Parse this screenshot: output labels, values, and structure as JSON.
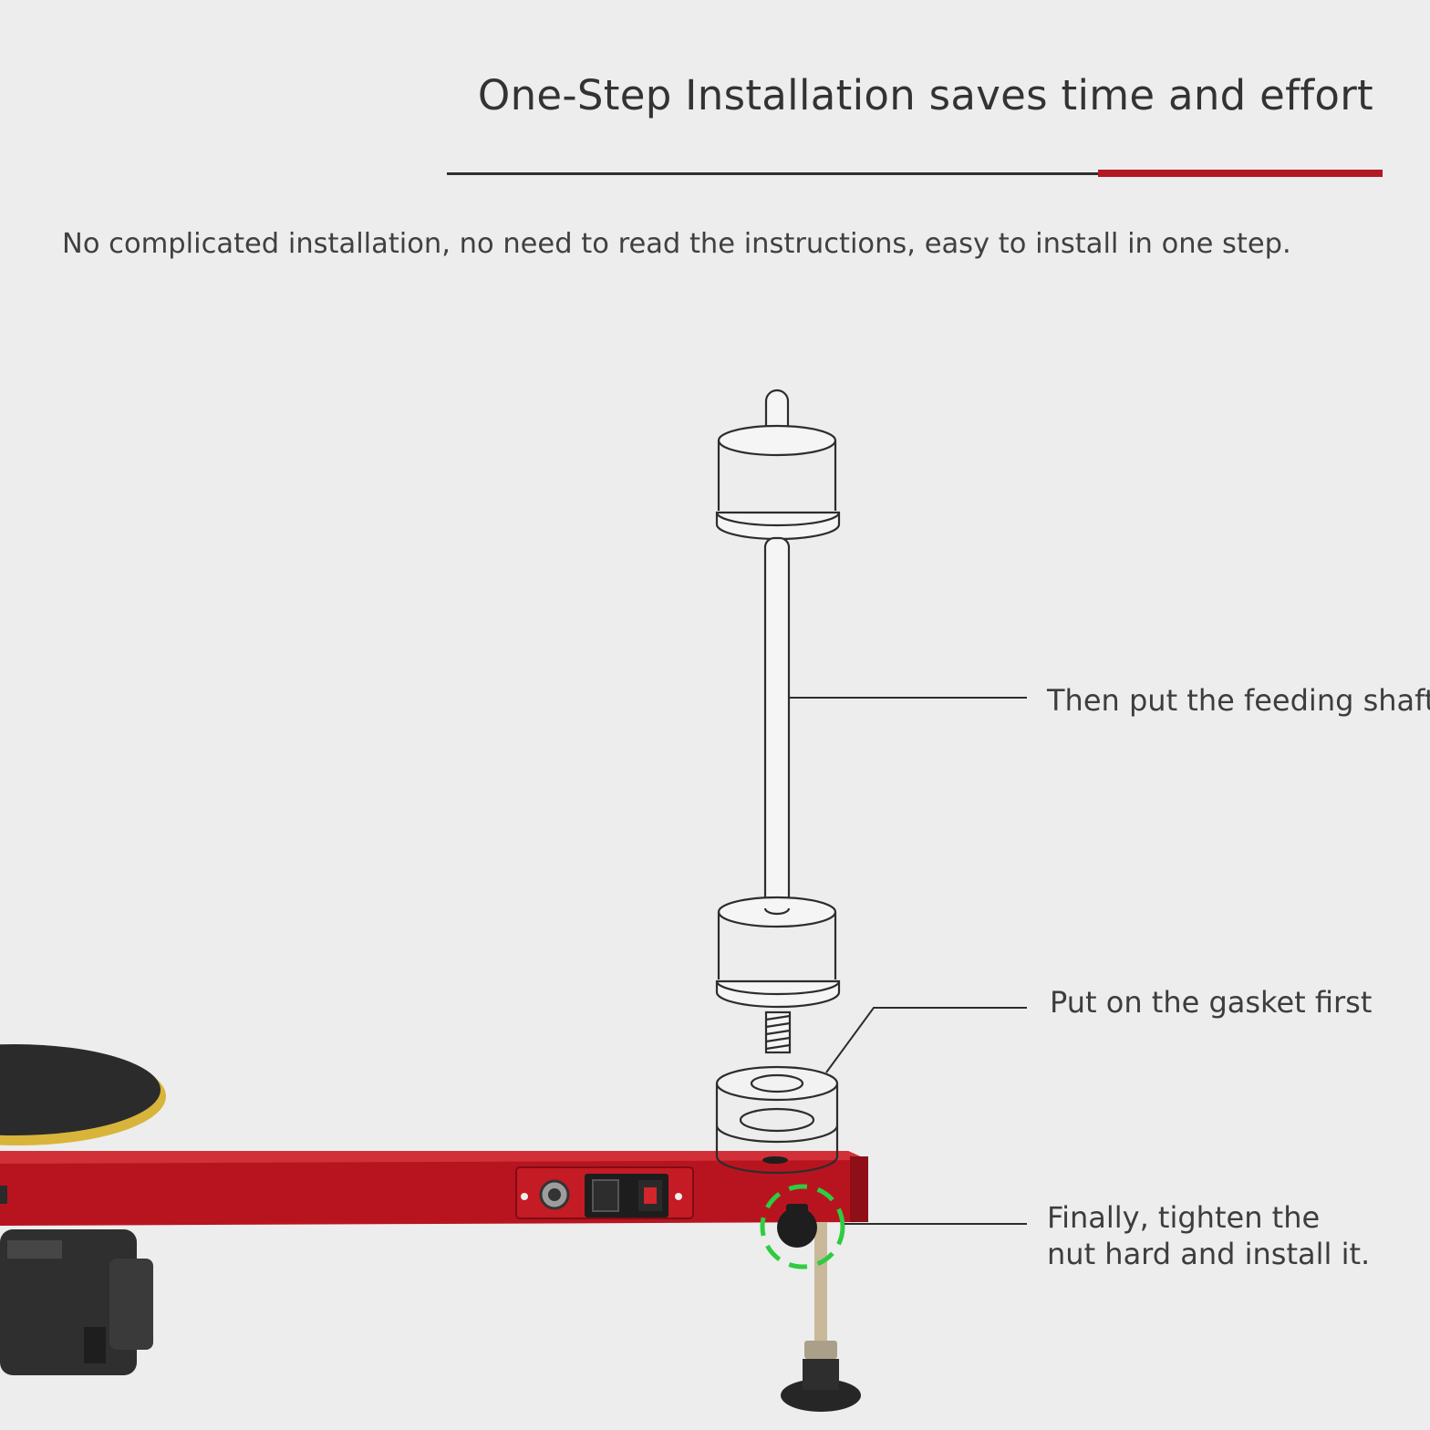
{
  "header": {
    "title": "One-Step Installation saves time and effort",
    "subtitle": "No complicated installation, no need to read the instructions, easy to install in one step."
  },
  "callouts": {
    "feeding_shaft": "Then put the feeding shaft",
    "gasket": "Put on the gasket first",
    "nut_line1": "Finally, tighten the",
    "nut_line2": "nut hard and install it."
  },
  "colors": {
    "accent_red": "#b11a25",
    "frame_red": "#b8141f",
    "highlight_green": "#2ecc40",
    "background": "#ededed"
  }
}
